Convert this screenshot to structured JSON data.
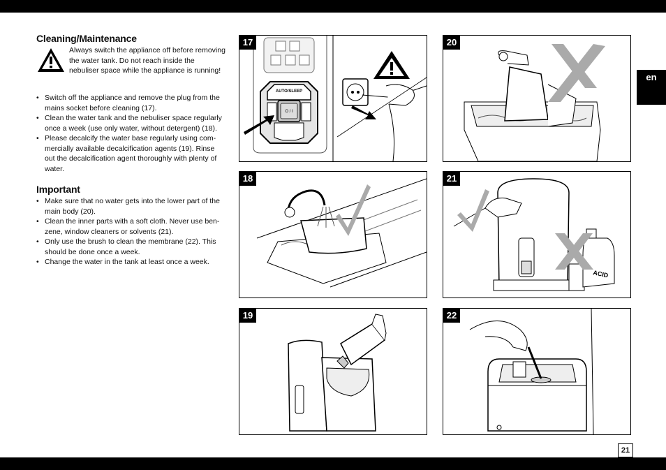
{
  "language_tab": "en",
  "page_number": "21",
  "cleaning": {
    "heading": "Cleaning/Maintenance",
    "warning": "Always switch the appliance off before removing the water tank. Do not reach inside the nebuliser space while the appliance is running!",
    "bullets": [
      "Switch off the appliance and remove the plug from the mains socket before cleaning (17).",
      "Clean the water tank and the nebuliser space regularly once a week (use only water, without detergent) (18).",
      "Please decalcify the water base regularly using com-mercially available decalcification agents (19). Rinse out the decalcification agent thoroughly with plenty of water."
    ]
  },
  "important": {
    "heading": "Important",
    "bullets": [
      "Make sure that no water gets into the lower part of the main body (20).",
      "Clean the inner parts with a soft cloth. Never use ben-zene, window cleaners or solvents (21).",
      "Only use the brush to clean the membrane (22). This should be done once a week.",
      "Change the water in the tank at least once a week."
    ]
  },
  "figures": {
    "f17": {
      "number": "17",
      "button_label": "AUTO/SLEEP",
      "power_symbol": "O / I"
    },
    "f18": {
      "number": "18"
    },
    "f19": {
      "number": "19"
    },
    "f20": {
      "number": "20"
    },
    "f21": {
      "number": "21",
      "bottle_label": "ACID"
    },
    "f22": {
      "number": "22"
    }
  },
  "icons": [
    "warning-triangle-icon",
    "check-mark-icon",
    "cross-mark-icon",
    "arrow-icon"
  ]
}
